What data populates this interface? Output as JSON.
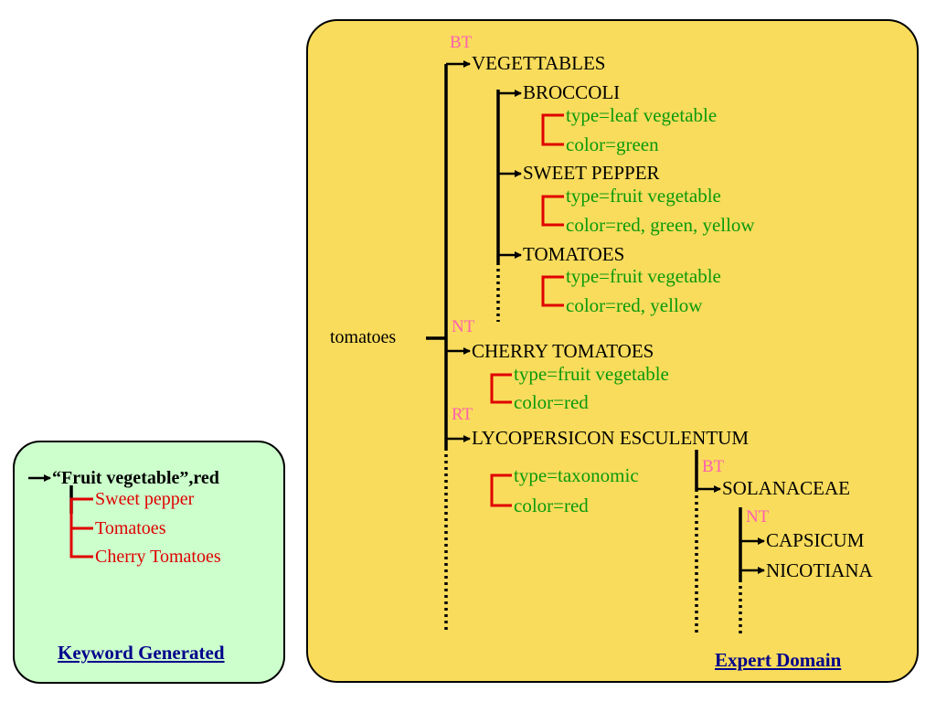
{
  "expert": {
    "label": "Expert Domain",
    "root": "tomatoes",
    "bt1": "BT",
    "vegetables": "VEGETTABLES",
    "broccoli": {
      "name": "BROCCOLI",
      "type": "type=leaf vegetable",
      "color": "color=green"
    },
    "sweet_pepper": {
      "name": "SWEET PEPPER",
      "type": "type=fruit vegetable",
      "color": "color=red, green, yellow"
    },
    "tomatoes": {
      "name": "TOMATOES",
      "type": "type=fruit vegetable",
      "color": "color=red, yellow"
    },
    "nt1": "NT",
    "cherry": {
      "name": "CHERRY TOMATOES",
      "type": "type=fruit vegetable",
      "color": "color=red"
    },
    "rt": "RT",
    "lyco": {
      "name": "LYCOPERSICON ESCULENTUM",
      "type": "type=taxonomic",
      "color": "color=red"
    },
    "bt2": "BT",
    "solanaceae": "SOLANACEAE",
    "nt2": "NT",
    "capsicum": "CAPSICUM",
    "nicotiana": "NICOTIANA"
  },
  "keyword": {
    "label": "Keyword Generated",
    "query": "“Fruit vegetable”,red",
    "results": [
      "Sweet pepper",
      "Tomatoes",
      "Cherry Tomatoes"
    ]
  },
  "colors": {
    "expert_bg": "#f9dc5c",
    "keyword_bg": "#ccffcc",
    "attribute_green": "#0a9a0a",
    "relation_pink": "#ff5fae",
    "result_red": "#e00000",
    "link_navy": "#00008b"
  }
}
